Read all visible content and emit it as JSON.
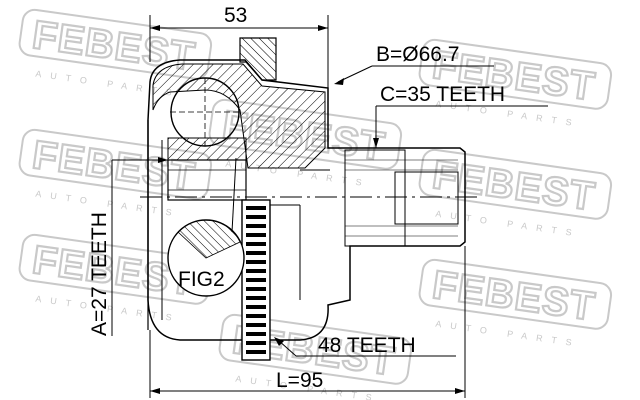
{
  "labels": {
    "top_dimension": "53",
    "outer_diameter": "B=Ø66.7",
    "outer_teeth": "C=35 TEETH",
    "inner_teeth": "A=27 TEETH",
    "figure": "FIG2",
    "abs_ring_teeth": "48 TEETH",
    "total_length": "L=95"
  },
  "watermark": {
    "brand": "FEBEST",
    "sub": "AUTO PARTS"
  },
  "colors": {
    "line": "#000000",
    "hatch": "#000000",
    "watermark": "#c9c9c9",
    "background": "#ffffff"
  }
}
